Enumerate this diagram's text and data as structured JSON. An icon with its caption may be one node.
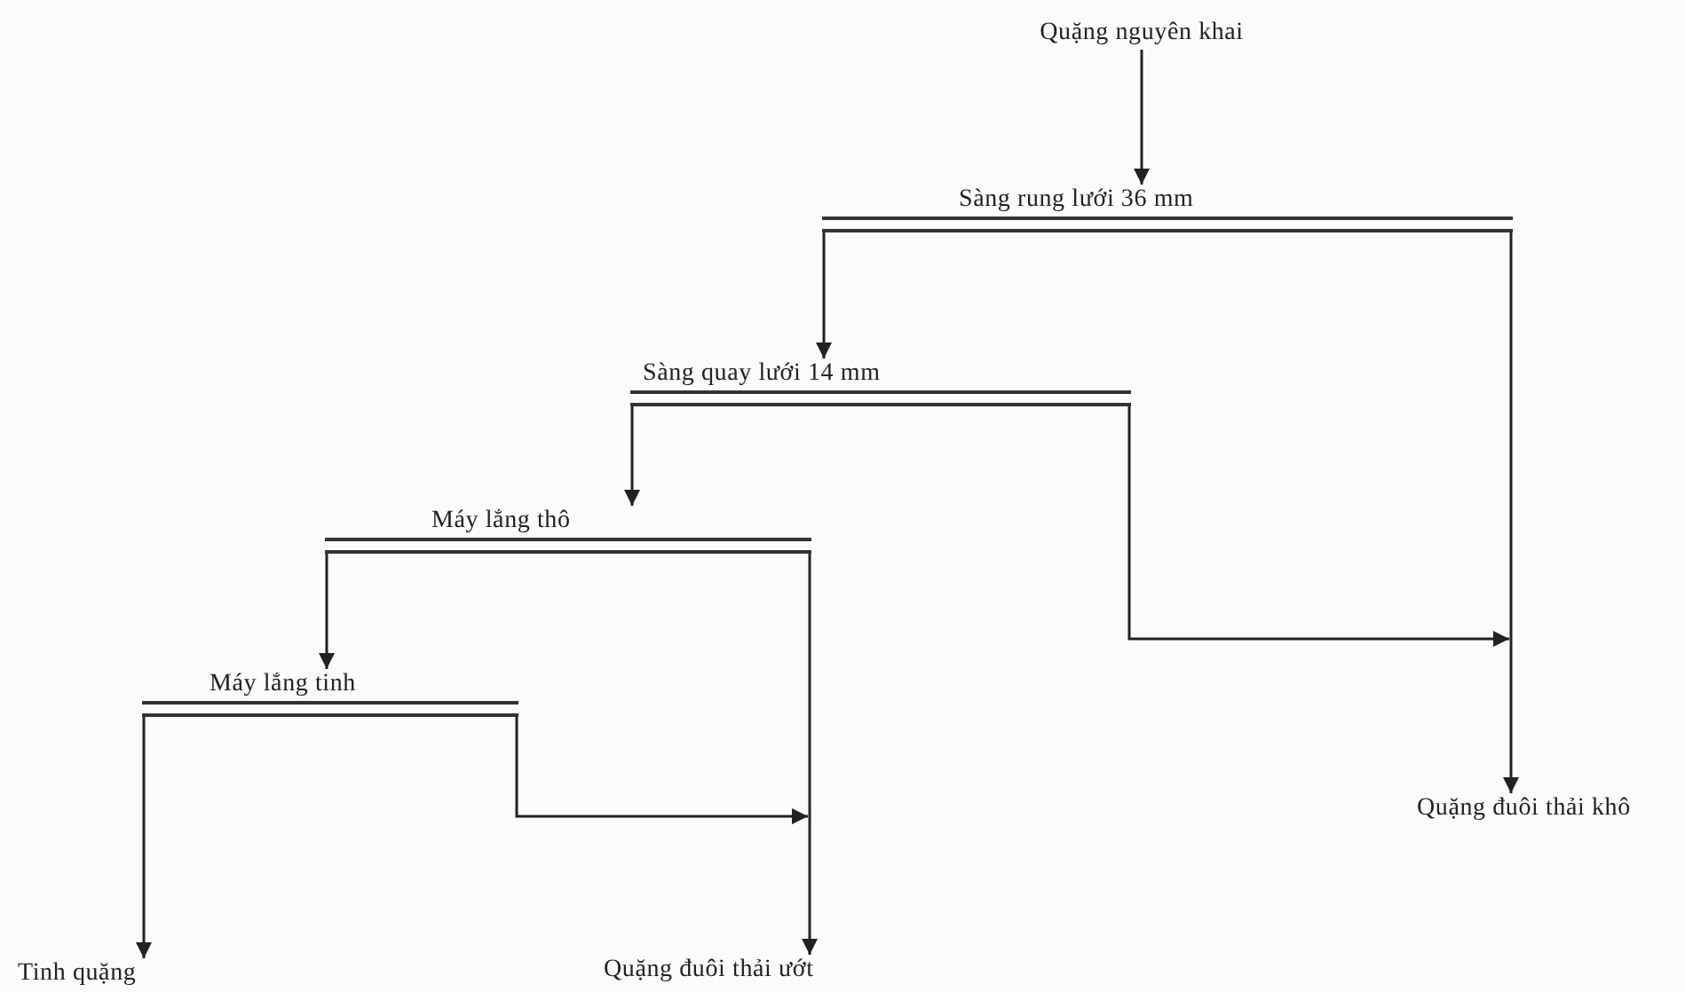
{
  "diagram": {
    "nodes": [
      {
        "text": [
          "Quặng nguyên khai"
        ]
      },
      {
        "text": [
          "Sàng rung lưới 36 mm"
        ]
      },
      {
        "text": [
          "Sàng quay lưới 14 mm"
        ]
      },
      {
        "text": [
          "Máy lắng thô"
        ]
      },
      {
        "text": [
          "Máy lắng tinh"
        ]
      },
      {
        "text": [
          "Tinh quặng"
        ]
      },
      {
        "text": [
          "Quặng đuôi thải ướt"
        ]
      },
      {
        "text": [
          "Quặng đuôi thải khô"
        ]
      }
    ],
    "edges": [
      {
        "from": 0,
        "to": 1,
        "arrow": "to"
      },
      {
        "from": 1,
        "to": 2,
        "arrow": "to"
      },
      {
        "from": 1,
        "to": 7,
        "arrow": "to"
      },
      {
        "from": 2,
        "to": 3,
        "arrow": "to"
      },
      {
        "from": 2,
        "to": 7,
        "arrow": "to"
      },
      {
        "from": 3,
        "to": 4,
        "arrow": "to"
      },
      {
        "from": 3,
        "to": 6,
        "arrow": "to"
      },
      {
        "from": 4,
        "to": 5,
        "arrow": "to"
      },
      {
        "from": 4,
        "to": 6,
        "arrow": "to"
      }
    ]
  }
}
